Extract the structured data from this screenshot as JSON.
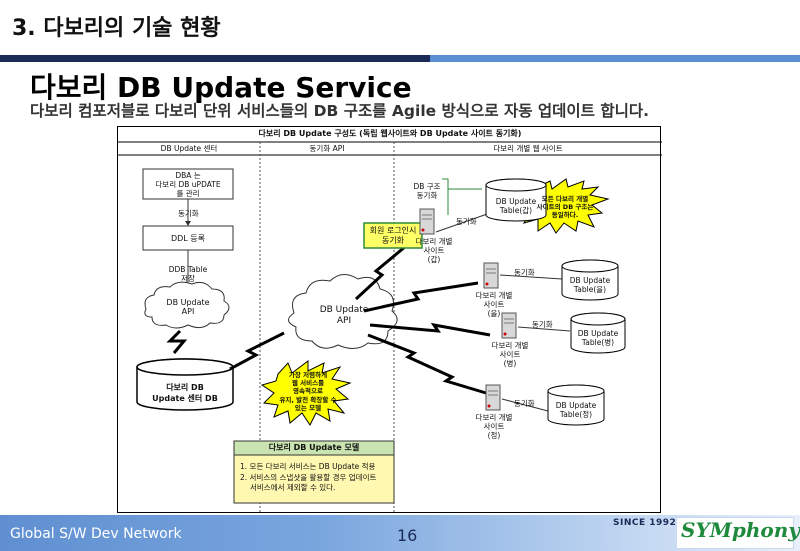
{
  "slide": {
    "section_title": "3. 다보리의 기술 현황",
    "title": "다보리 DB Update Service",
    "subtitle": "다보리 컴포저블로 다보리 단위 서비스들의 DB 구조를 Agile 방식으로  자동 업데이트 합니다."
  },
  "diagram": {
    "header": "다보리 DB Update 구성도 (독립 웹사이트와 DB Update 사이트 동기화)",
    "columns": [
      "DB Update 센터",
      "동기화 API",
      "다보리 개별 웹 사이트"
    ],
    "center": {
      "dba_box": [
        "DBA 는",
        "다보리 DB uPDATE",
        "를 관리"
      ],
      "sync_label": "동기화",
      "ddl_box": "DDL 등록",
      "ddb_label": [
        "DDB Table",
        "저장"
      ],
      "api_cloud": [
        "DB Update",
        "API"
      ],
      "center_db": [
        "다보리 DB",
        "Update 센터 DB"
      ]
    },
    "main_cloud": [
      "DB Update",
      "API"
    ],
    "starburst_left": [
      "가장 저렴하게",
      "웹 서비스를",
      "영속적으로",
      "유지, 발전 확장할 수",
      "있는 모델"
    ],
    "starburst_right": [
      "모든 다보리 개별",
      "사이트의 DB 구조는",
      "동일하다."
    ],
    "login_box": [
      "회원 로그인시",
      "동기화"
    ],
    "db_struct_label": [
      "DB 구조",
      "동기화"
    ],
    "sync_word": "동기화",
    "sites": [
      {
        "label": [
          "다보리 개별",
          "사이트",
          "(갑)"
        ],
        "table": [
          "DB Update",
          "Table(갑)"
        ]
      },
      {
        "label": [
          "다보리 개별",
          "사이트",
          "(을)"
        ],
        "table": [
          "DB Update",
          "Table(을)"
        ]
      },
      {
        "label": [
          "다보리 개별",
          "사이트",
          "(병)"
        ],
        "table": [
          "DB Update",
          "Table(병)"
        ]
      },
      {
        "label": [
          "다보리 개별",
          "사이트",
          "(정)"
        ],
        "table": [
          "DB Update",
          "Table(정)"
        ]
      }
    ],
    "model_box": {
      "title": "다보리 DB Update 모델",
      "items": [
        "1. 모든 다보리 서비스는 DB Update 적용",
        "2. 서비스의 스냅샷을 활용할 경우 업데이트",
        "서비스에서 제외할 수 있다."
      ]
    }
  },
  "footer": {
    "left": "Global S/W Dev Network",
    "page": "16",
    "since": "SINCE 1992",
    "logo": "SYMphony"
  },
  "colors": {
    "navy": "#1b2a57",
    "blue": "#5b8fd3",
    "starburst": "#ffff00",
    "login_box": "#ffff66",
    "model_box": "#fff8b0",
    "model_title": "#c9e4b0",
    "green_line": "#2e8b3a",
    "logo_green": "#1e8a3c"
  }
}
